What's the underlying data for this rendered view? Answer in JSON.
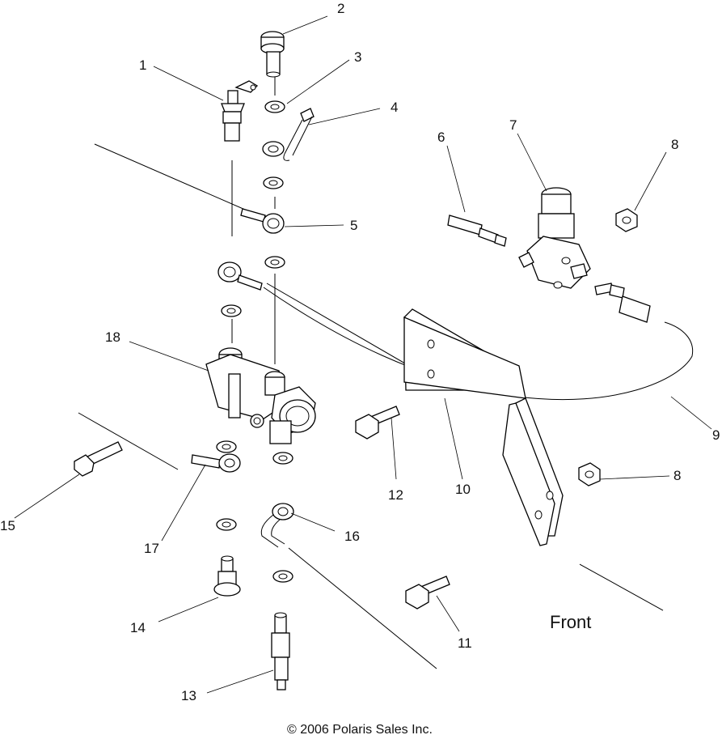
{
  "diagram": {
    "callouts": {
      "c1": "1",
      "c2": "2",
      "c3": "3",
      "c4": "4",
      "c5": "5",
      "c6": "6",
      "c7": "7",
      "c8a": "8",
      "c8b": "8",
      "c9": "9",
      "c10": "10",
      "c11": "11",
      "c12": "12",
      "c13": "13",
      "c14": "14",
      "c15": "15",
      "c16": "16",
      "c17": "17",
      "c18": "18"
    },
    "front_label": "Front",
    "copyright": "© 2006 Polaris Sales Inc."
  }
}
